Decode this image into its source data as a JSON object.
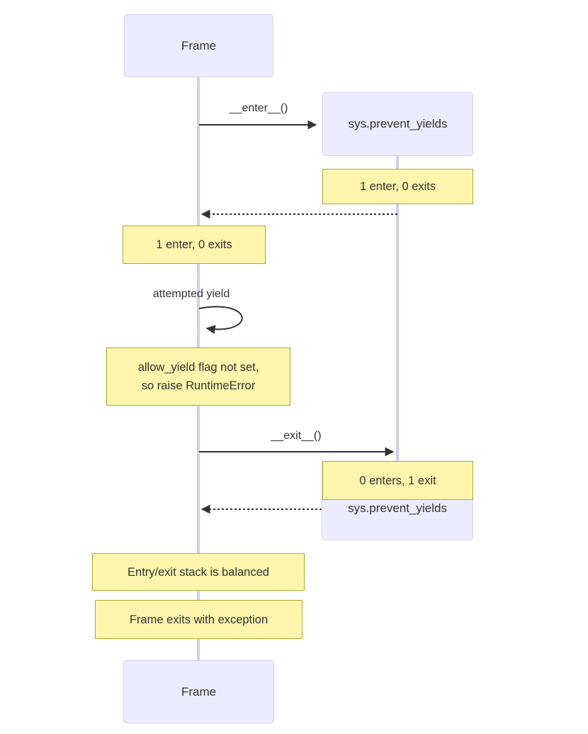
{
  "diagram": {
    "type": "sequence-diagram",
    "actors": {
      "frame_top": {
        "label": "Frame"
      },
      "sys_top": {
        "label": "sys.prevent_yields"
      },
      "sys_end": {
        "label": "sys.prevent_yields"
      },
      "frame_bottom": {
        "label": "Frame"
      }
    },
    "messages": {
      "enter": {
        "label": "__enter__()",
        "style": "solid-arrow"
      },
      "return_1": {
        "label": "",
        "style": "dashed-arrow"
      },
      "self_loop": {
        "label": "attempted yield",
        "style": "self-loop-arrow"
      },
      "exit": {
        "label": "__exit__()",
        "style": "solid-arrow"
      },
      "return_2": {
        "label": "",
        "style": "dashed-arrow"
      }
    },
    "notes": {
      "right_1": "1 enter, 0 exits",
      "left_1": "1 enter, 0 exits",
      "left_2": {
        "line1": "allow_yield flag not set,",
        "line2": "so raise RuntimeError"
      },
      "right_2": "0 enters, 1 exit",
      "left_3": "Entry/exit stack is balanced",
      "left_4": "Frame exits with exception"
    },
    "colors": {
      "background": "#FFFFFF",
      "actor_fill": "#ECECFF",
      "actor_border": "#D8D0EF",
      "lifeline": "#D5CCEC",
      "note_fill": "#FFF5AD",
      "note_border": "#AAAA33",
      "arrow": "#333333",
      "text": "#333333"
    }
  }
}
